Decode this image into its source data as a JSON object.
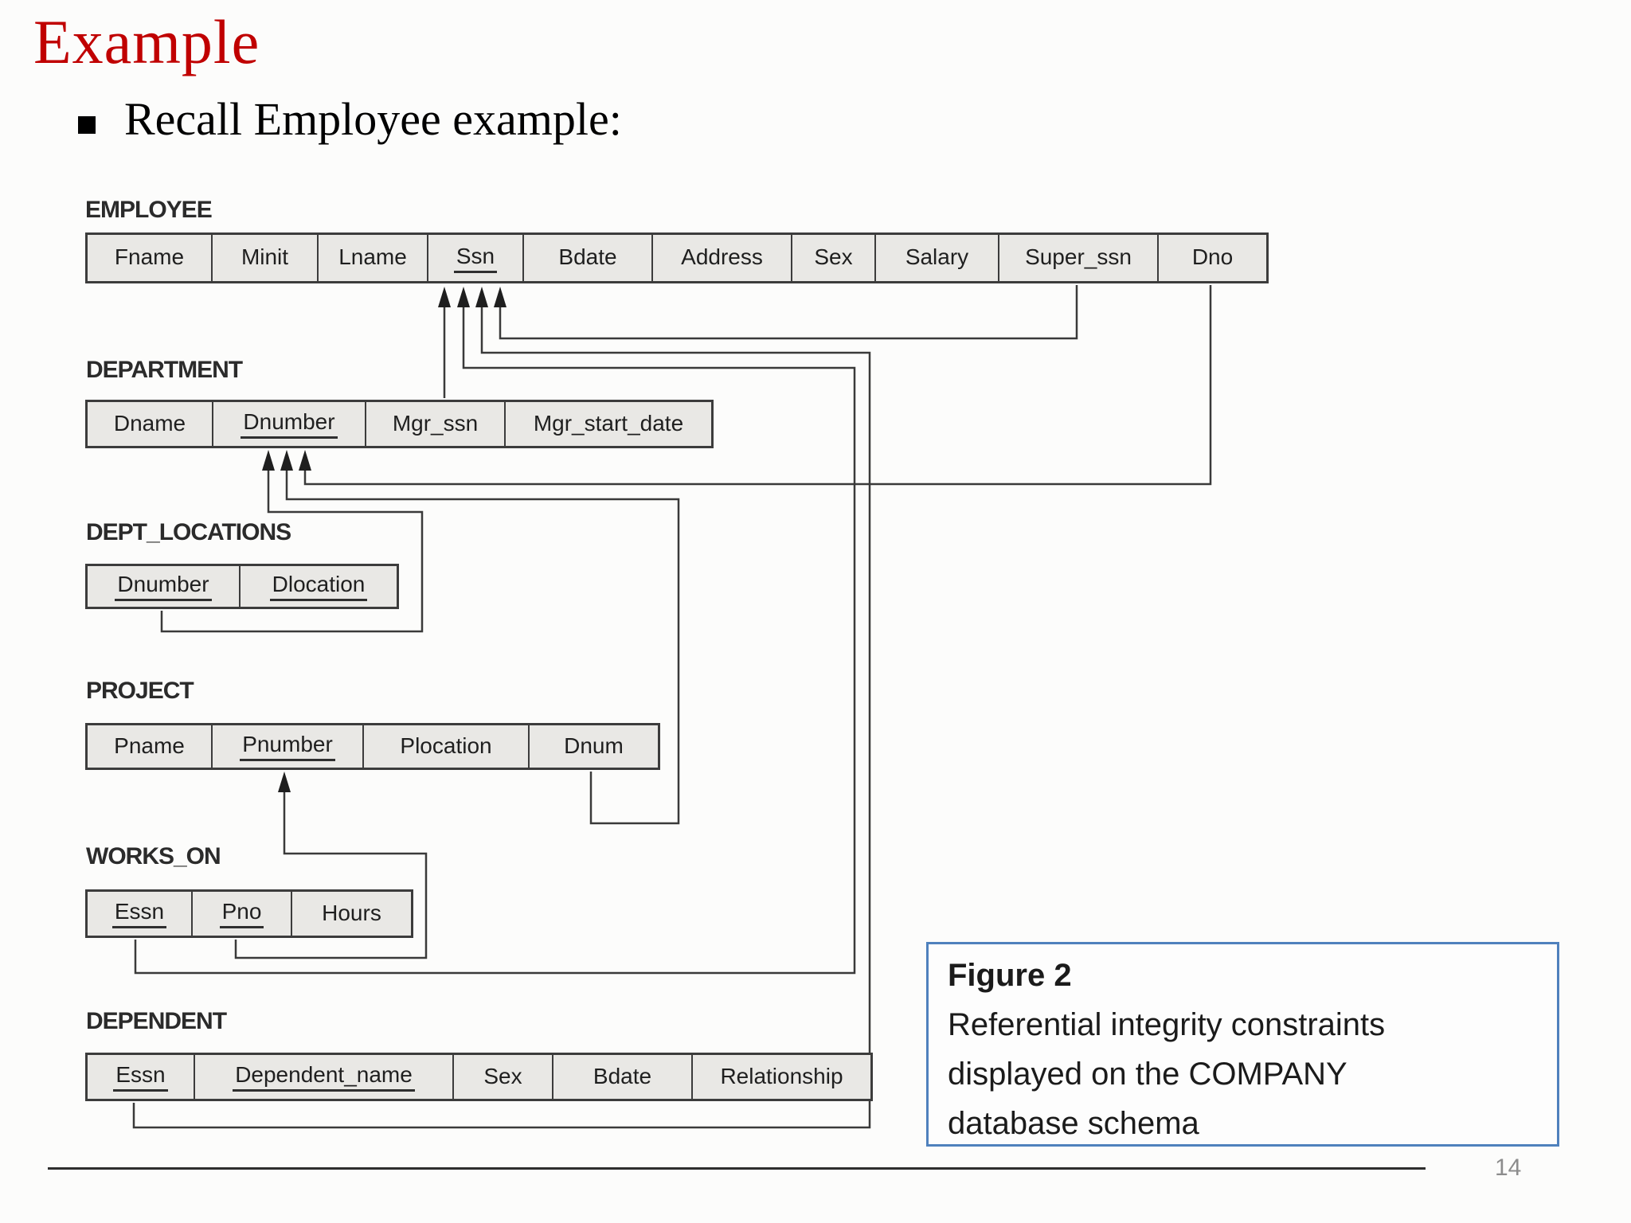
{
  "slide": {
    "title": "Example",
    "bullet": "Recall Employee example:",
    "page_number": "14"
  },
  "figure_caption": {
    "heading": "Figure 2",
    "line1": "Referential integrity constraints",
    "line2": "displayed on the COMPANY",
    "line3": "database schema"
  },
  "colors": {
    "title_red": "#c00000",
    "figure_box_border": "#4f81bd",
    "cell_fill": "#e9e8e5",
    "wire": "#3a3a3a",
    "page_number_gray": "#8c8c8c"
  },
  "schema": {
    "tables": [
      {
        "name": "EMPLOYEE",
        "attributes": [
          {
            "label": "Fname",
            "key": false
          },
          {
            "label": "Minit",
            "key": false
          },
          {
            "label": "Lname",
            "key": false
          },
          {
            "label": "Ssn",
            "key": true
          },
          {
            "label": "Bdate",
            "key": false
          },
          {
            "label": "Address",
            "key": false
          },
          {
            "label": "Sex",
            "key": false
          },
          {
            "label": "Salary",
            "key": false
          },
          {
            "label": "Super_ssn",
            "key": false
          },
          {
            "label": "Dno",
            "key": false
          }
        ]
      },
      {
        "name": "DEPARTMENT",
        "attributes": [
          {
            "label": "Dname",
            "key": false
          },
          {
            "label": "Dnumber",
            "key": true
          },
          {
            "label": "Mgr_ssn",
            "key": false
          },
          {
            "label": "Mgr_start_date",
            "key": false
          }
        ]
      },
      {
        "name": "DEPT_LOCATIONS",
        "attributes": [
          {
            "label": "Dnumber",
            "key": true
          },
          {
            "label": "Dlocation",
            "key": true
          }
        ]
      },
      {
        "name": "PROJECT",
        "attributes": [
          {
            "label": "Pname",
            "key": false
          },
          {
            "label": "Pnumber",
            "key": true
          },
          {
            "label": "Plocation",
            "key": false
          },
          {
            "label": "Dnum",
            "key": false
          }
        ]
      },
      {
        "name": "WORKS_ON",
        "attributes": [
          {
            "label": "Essn",
            "key": true
          },
          {
            "label": "Pno",
            "key": true
          },
          {
            "label": "Hours",
            "key": false
          }
        ]
      },
      {
        "name": "DEPENDENT",
        "attributes": [
          {
            "label": "Essn",
            "key": true
          },
          {
            "label": "Dependent_name",
            "key": true
          },
          {
            "label": "Sex",
            "key": false
          },
          {
            "label": "Bdate",
            "key": false
          },
          {
            "label": "Relationship",
            "key": false
          }
        ]
      }
    ],
    "constraints": [
      {
        "from": "DEPARTMENT.Mgr_ssn",
        "to": "EMPLOYEE.Ssn"
      },
      {
        "from": "WORKS_ON.Essn",
        "to": "EMPLOYEE.Ssn"
      },
      {
        "from": "DEPENDENT.Essn",
        "to": "EMPLOYEE.Ssn"
      },
      {
        "from": "EMPLOYEE.Super_ssn",
        "to": "EMPLOYEE.Ssn"
      },
      {
        "from": "EMPLOYEE.Dno",
        "to": "DEPARTMENT.Dnumber"
      },
      {
        "from": "PROJECT.Dnum",
        "to": "DEPARTMENT.Dnumber"
      },
      {
        "from": "DEPT_LOCATIONS.Dnumber",
        "to": "DEPARTMENT.Dnumber"
      },
      {
        "from": "WORKS_ON.Pno",
        "to": "PROJECT.Pnumber"
      }
    ]
  }
}
